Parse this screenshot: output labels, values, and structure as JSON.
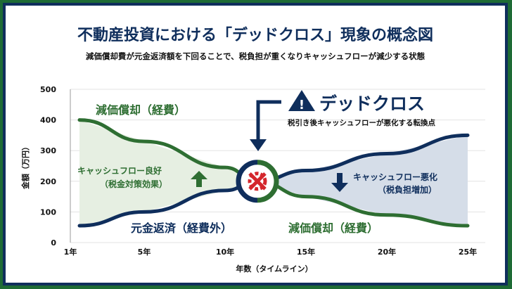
{
  "title": "不動産投資における「デッドクロス」現象の概念図",
  "subtitle": "減価償却費が元金返済額を下回ることで、税負担が重くなりキャッシュフローが減少する状態",
  "colors": {
    "green": "#2e6e32",
    "navy": "#0f2e5c",
    "red": "#d4262c",
    "green_fill": "#e6efe2",
    "blue_fill": "#d5dde8"
  },
  "annotations": {
    "dead_cross": "デッドクロス",
    "dead_cross_desc": "税引き後キャッシュフローが悪化する転換点",
    "dep_left": "減価償却（経費）",
    "dep_right": "減価償却（経費）",
    "principal": "元金返済（経費外）",
    "good": "キャッシュフロー良好",
    "good_sub": "（税金対策効果）",
    "bad": "キャッシュフロー悪化",
    "bad_sub": "（税負担増加）"
  },
  "chart_data": {
    "type": "line",
    "xlabel": "年数（タイムライン）",
    "ylabel": "金額（万円）",
    "ylim": [
      0,
      500
    ],
    "yticks": [
      "0",
      "100",
      "200",
      "300",
      "400",
      "500"
    ],
    "xticks": [
      {
        "v": 1,
        "label": "1年"
      },
      {
        "v": 5,
        "label": "5年"
      },
      {
        "v": 10,
        "label": "10年"
      },
      {
        "v": 15,
        "label": "15年"
      },
      {
        "v": 20,
        "label": "20年"
      },
      {
        "v": 25,
        "label": "25年"
      }
    ],
    "series": [
      {
        "name": "減価償却",
        "x": [
          1,
          5,
          10,
          12,
          15,
          20,
          25
        ],
        "y": [
          400,
          330,
          245,
          200,
          150,
          90,
          55
        ]
      },
      {
        "name": "元金返済",
        "x": [
          1,
          5,
          10,
          12,
          15,
          20,
          25
        ],
        "y": [
          55,
          100,
          170,
          200,
          235,
          290,
          350
        ]
      }
    ],
    "crossover": {
      "x": 12,
      "y": 200
    }
  }
}
